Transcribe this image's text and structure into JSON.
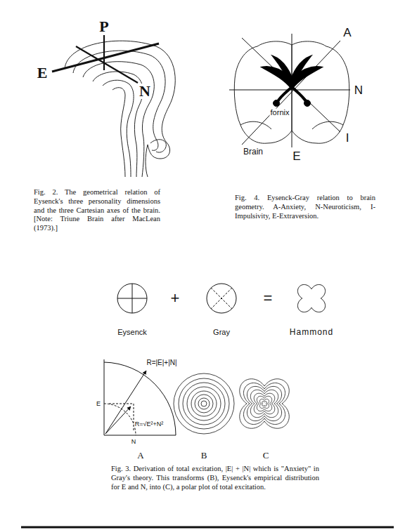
{
  "diagram": {
    "labels": [
      "P",
      "E",
      "N",
      "Fig. 2. The geometrical relation of Eysenck's three personality dimensions and the three Cartesian axes of the brain. [Note: Triune Brain after MacLean (1973).]",
      "A",
      "N",
      "I",
      "E",
      "fornix",
      "Brain",
      "Fig. 4. Eysenck-Gray relation to brain geometry. A-Anxiety, N-Neuroticism, I-Impulsivity, E-Extraversion.",
      "+",
      "=",
      "Eysenck",
      "Gray",
      "Hammond",
      "R=|E|+|N|",
      "E",
      "R=√E²+N²",
      "N",
      "A",
      "B",
      "C",
      "Fig. 3. Derivation of total excitation, |E| + |N| which is \"Anxiety\" in Gray's theory. This transforms (B), Eysenck's empirical distribution for E and N, into (C), a polar plot of total excitation."
    ]
  }
}
